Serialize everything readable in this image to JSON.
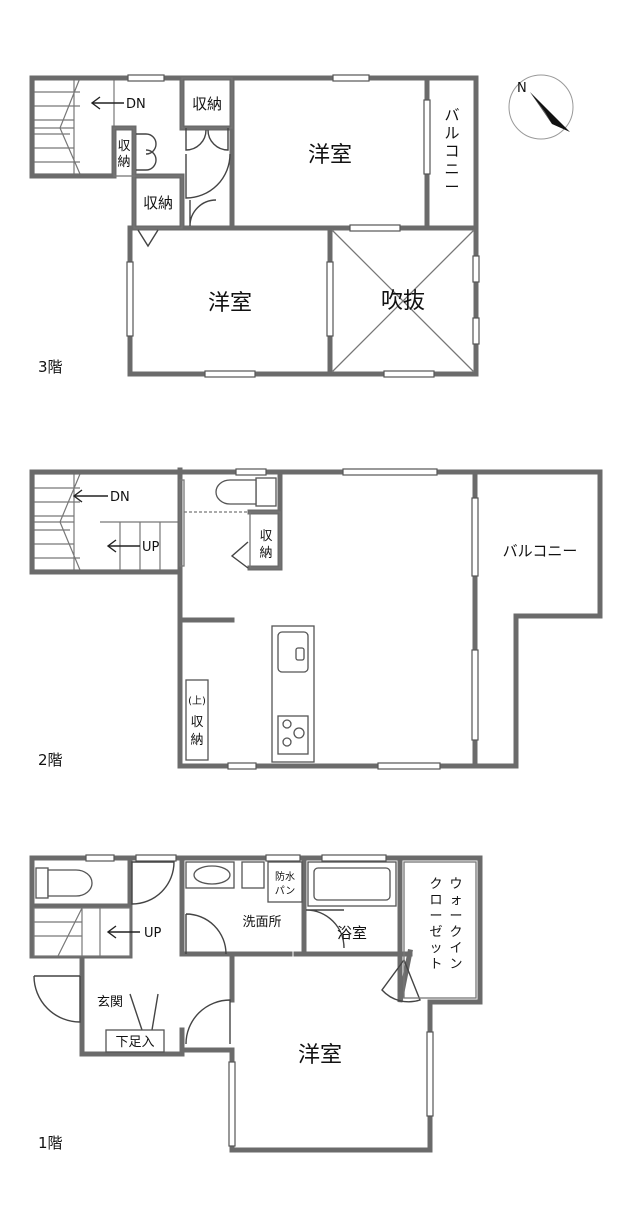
{
  "floors": {
    "f3": {
      "label": "3階",
      "rooms": {
        "western_top": "洋室",
        "western_bottom": "洋室",
        "atrium": "吹抜",
        "balcony": [
          "バ",
          "ル",
          "コ",
          "ニ",
          "ー"
        ],
        "storage_top": "収納",
        "storage_small": [
          "収",
          "納"
        ],
        "storage_low": "収納"
      },
      "stairs_dn": "DN"
    },
    "f2": {
      "label": "2階",
      "rooms": {
        "balcony": "バルコニー",
        "storage": [
          "収",
          "納"
        ],
        "upper_storage": [
          "(上)",
          "収",
          "納"
        ]
      },
      "stairs_dn": "DN",
      "stairs_up": "UP"
    },
    "f1": {
      "label": "1階",
      "rooms": {
        "western": "洋室",
        "washroom": "洗面所",
        "bathroom": "浴室",
        "entrance": "玄関",
        "shoe_storage": "下足入",
        "pan": [
          "防水",
          "パン"
        ],
        "closet_col1": [
          "ウ",
          "ォ",
          "ー",
          "ク",
          "イ",
          "ン"
        ],
        "closet_col2": [
          "ク",
          "ロ",
          "ー",
          "ゼ",
          "ッ",
          "ト"
        ]
      },
      "stairs_up": "UP"
    }
  },
  "compass": {
    "label": "N"
  }
}
